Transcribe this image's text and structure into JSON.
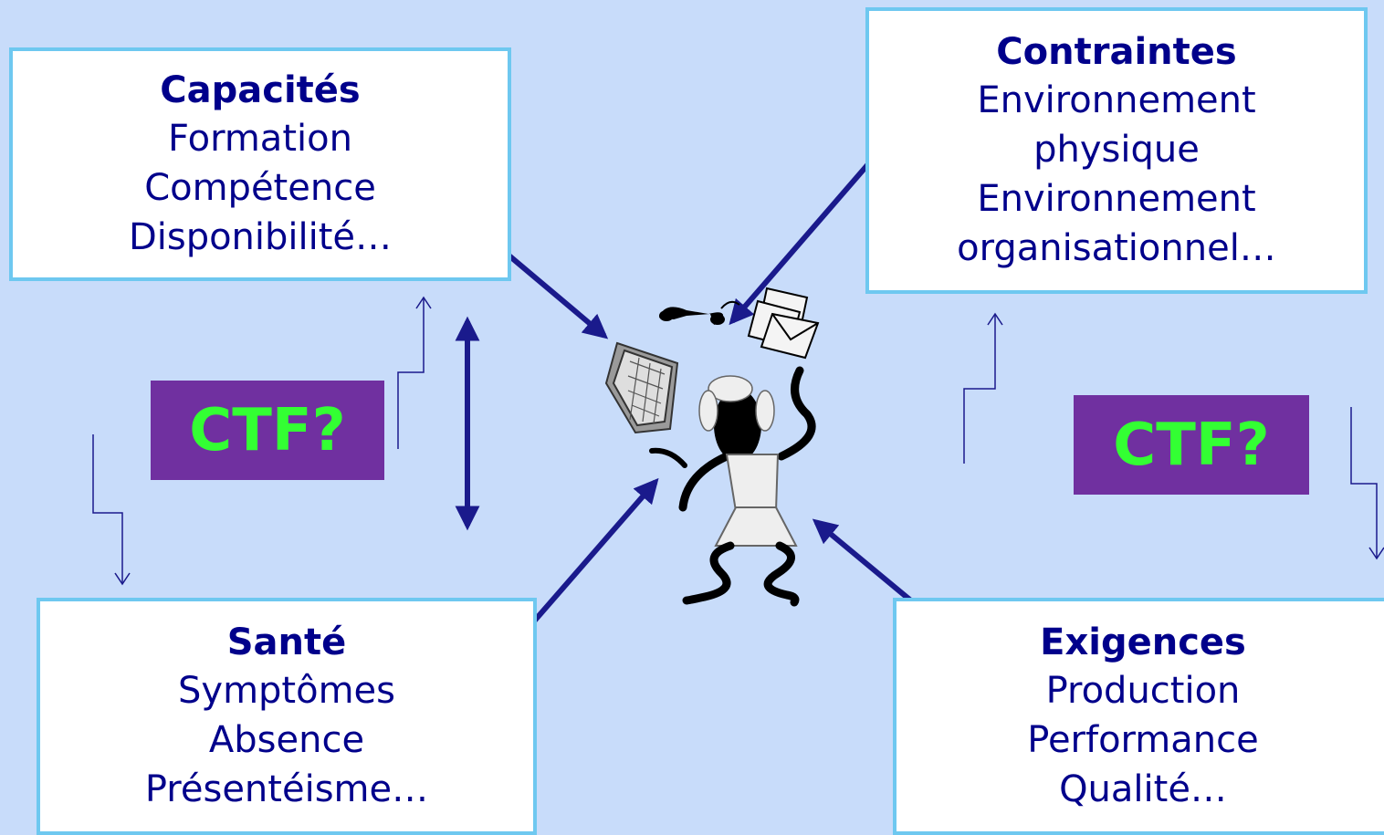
{
  "boxes": {
    "capacites": {
      "title": "Capacités",
      "lines": [
        "Formation",
        "Compétence",
        "Disponibilité…"
      ]
    },
    "contraintes": {
      "title": "Contraintes",
      "lines": [
        "Environnement",
        "physique",
        "Environnement",
        "organisationnel…"
      ]
    },
    "sante": {
      "title": "Santé",
      "lines": [
        "Symptômes",
        "Absence",
        "Présentéisme…"
      ]
    },
    "exigences": {
      "title": "Exigences",
      "lines": [
        "Production",
        "Performance",
        "Qualité…"
      ]
    }
  },
  "ctf": {
    "left": "CTF?",
    "right": "CTF?"
  },
  "colors": {
    "background": "#c8dcfa",
    "box_border": "#6ec8f0",
    "box_text": "#00008b",
    "arrow": "#1a1a8c",
    "ctf_bg": "#7030a0",
    "ctf_text": "#33ff33"
  }
}
